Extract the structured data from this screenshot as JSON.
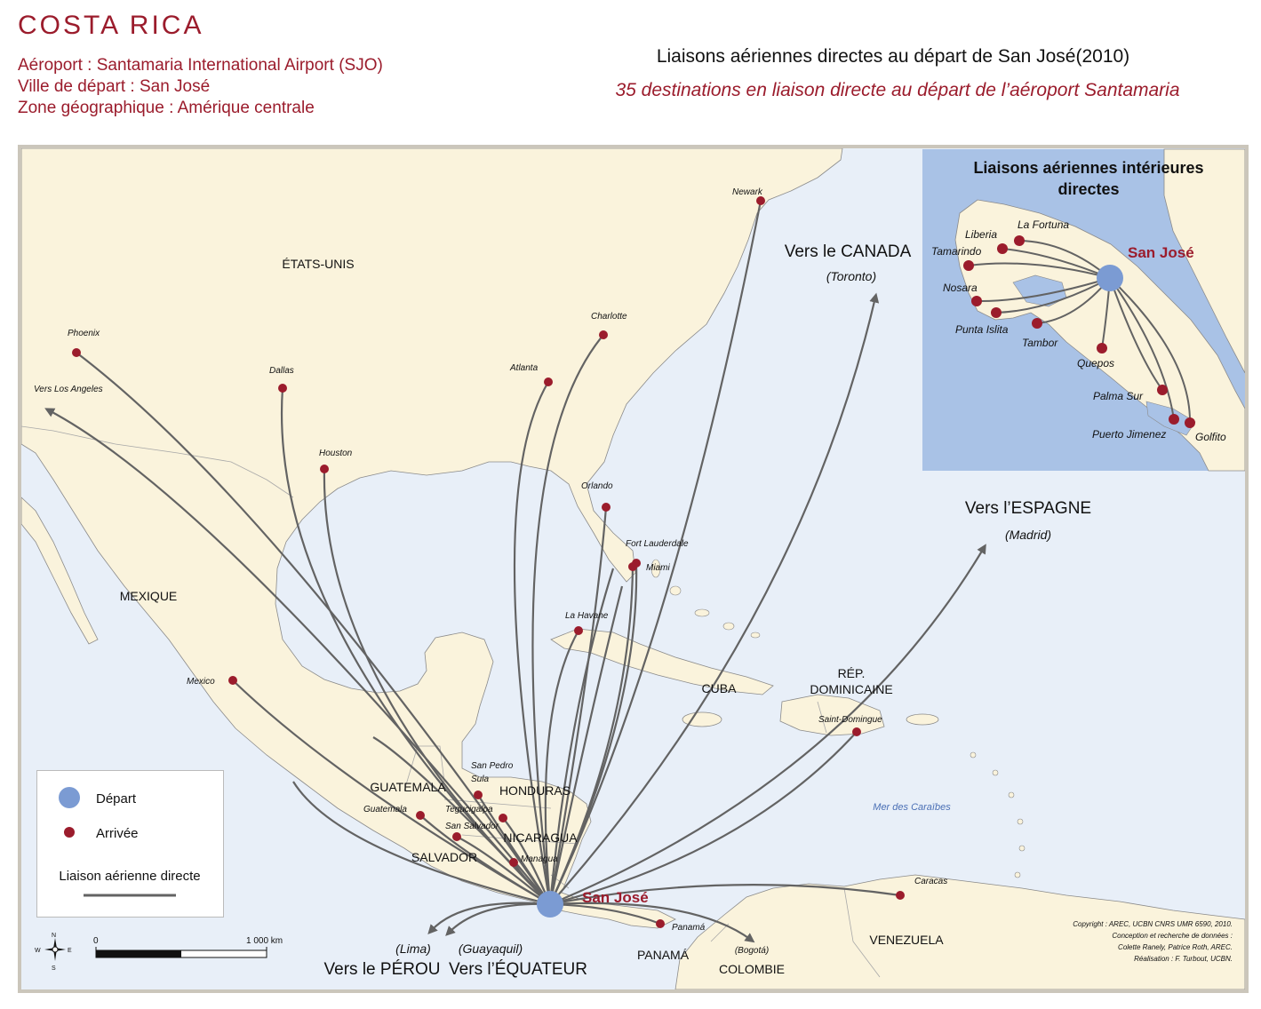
{
  "header": {
    "country": "COSTA RICA",
    "airport_line": "Aéroport : Santamaria International Airport (SJO)",
    "city_line": "Ville de départ : San José",
    "zone_line": "Zone géographique : Amérique centrale",
    "title": "Liaisons aériennes directes au départ de San José(2010)",
    "subtitle": "35 destinations en liaison directe au départ de l’aéroport Santamaria"
  },
  "colors": {
    "land": "#faf3dc",
    "sea": "#e8eff8",
    "inset_sea": "#a9c2e6",
    "route": "#636363",
    "arrival": "#9b1c2c",
    "departure": "#7b9bd3",
    "brand_red": "#9b1c2c"
  },
  "map": {
    "countries": [
      {
        "name": "ÉTATS-UNIS"
      },
      {
        "name": "MEXIQUE"
      },
      {
        "name": "CUBA"
      },
      {
        "name": "RÉP."
      },
      {
        "name": "DOMINICAINE"
      },
      {
        "name": "GUATEMALA"
      },
      {
        "name": "HONDURAS"
      },
      {
        "name": "NICARAGUA"
      },
      {
        "name": "SALVADOR"
      },
      {
        "name": "PANAMÁ"
      },
      {
        "name": "VENEZUELA"
      },
      {
        "name": "COLOMBIE"
      }
    ],
    "sea_label": "Mer des Caraïbes",
    "origin": "San José",
    "destinations": [
      "Newark",
      "Phoenix",
      "Dallas",
      "Houston",
      "Charlotte",
      "Atlanta",
      "Orlando",
      "Fort Lauderdale",
      "Miami",
      "La Havane",
      "Mexico",
      "Saint-Domingue",
      "Caracas",
      "Panamá",
      "San Pedro",
      "Sula",
      "Guatemala",
      "Tegucigalpa",
      "San Salvador",
      "Managua",
      "Vers Los Angeles"
    ],
    "directions": [
      {
        "label": "Vers le CANADA",
        "city": "(Toronto)"
      },
      {
        "label": "Vers l’ESPAGNE",
        "city": "(Madrid)"
      },
      {
        "label": "Vers le PÉROU",
        "city": "(Lima)"
      },
      {
        "label": "Vers l’ÉQUATEUR",
        "city": "(Guayaquil)"
      },
      {
        "label": "",
        "city": "(Bogotá)"
      }
    ]
  },
  "inset": {
    "title_line1": "Liaisons aériennes intérieures",
    "title_line2": "directes",
    "origin": "San José",
    "destinations": [
      "La Fortuna",
      "Liberia",
      "Tamarindo",
      "Nosara",
      "Punta Islita",
      "Tambor",
      "Quepos",
      "Palma Sur",
      "Puerto Jimenez",
      "Golfito"
    ]
  },
  "legend": {
    "departure": "Départ",
    "arrival": "Arrivée",
    "route": "Liaison aérienne directe"
  },
  "scale": {
    "start": "0",
    "end": "1 000 km"
  },
  "compass": {
    "n": "N",
    "s": "S",
    "e": "E",
    "w": "W"
  },
  "credits": [
    "Copyright : AREC, UCBN CNRS UMR 6590, 2010.",
    "Conception et recherche de données :",
    "Colette Ranely, Patrice Roth, AREC.",
    "Réalisation : F. Turbout, UCBN."
  ]
}
